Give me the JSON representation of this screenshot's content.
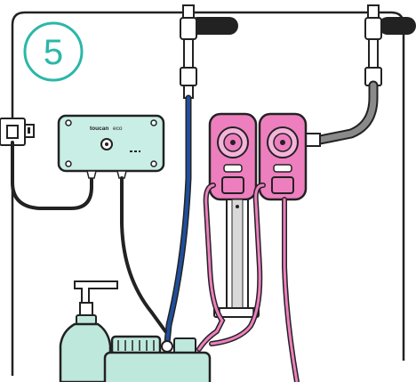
{
  "step": {
    "number": "5"
  },
  "controller": {
    "brand_label": "toucan",
    "brand_suffix": "eco"
  },
  "colors": {
    "outline": "#222222",
    "badge": "#2bb7a8",
    "controller_body": "#c8eee6",
    "dispenser_pink": "#ee7fbf",
    "pink_dark": "#d65aa3",
    "hose_blue": "#1f4f9c",
    "hose_grey": "#8a8a8a",
    "bottle_mint": "#bfe8dc"
  }
}
